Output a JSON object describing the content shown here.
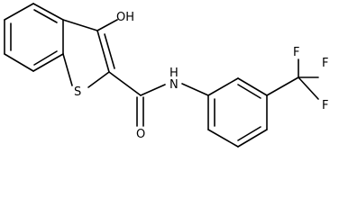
{
  "molecule": {
    "atoms": {
      "hydroxyl": "OH",
      "sulfur": "S",
      "amide_nitrogen": "N",
      "amide_hydrogen": "H",
      "carbonyl_oxygen": "O",
      "fluorine_1": "F",
      "fluorine_2": "F",
      "fluorine_3": "F"
    }
  }
}
